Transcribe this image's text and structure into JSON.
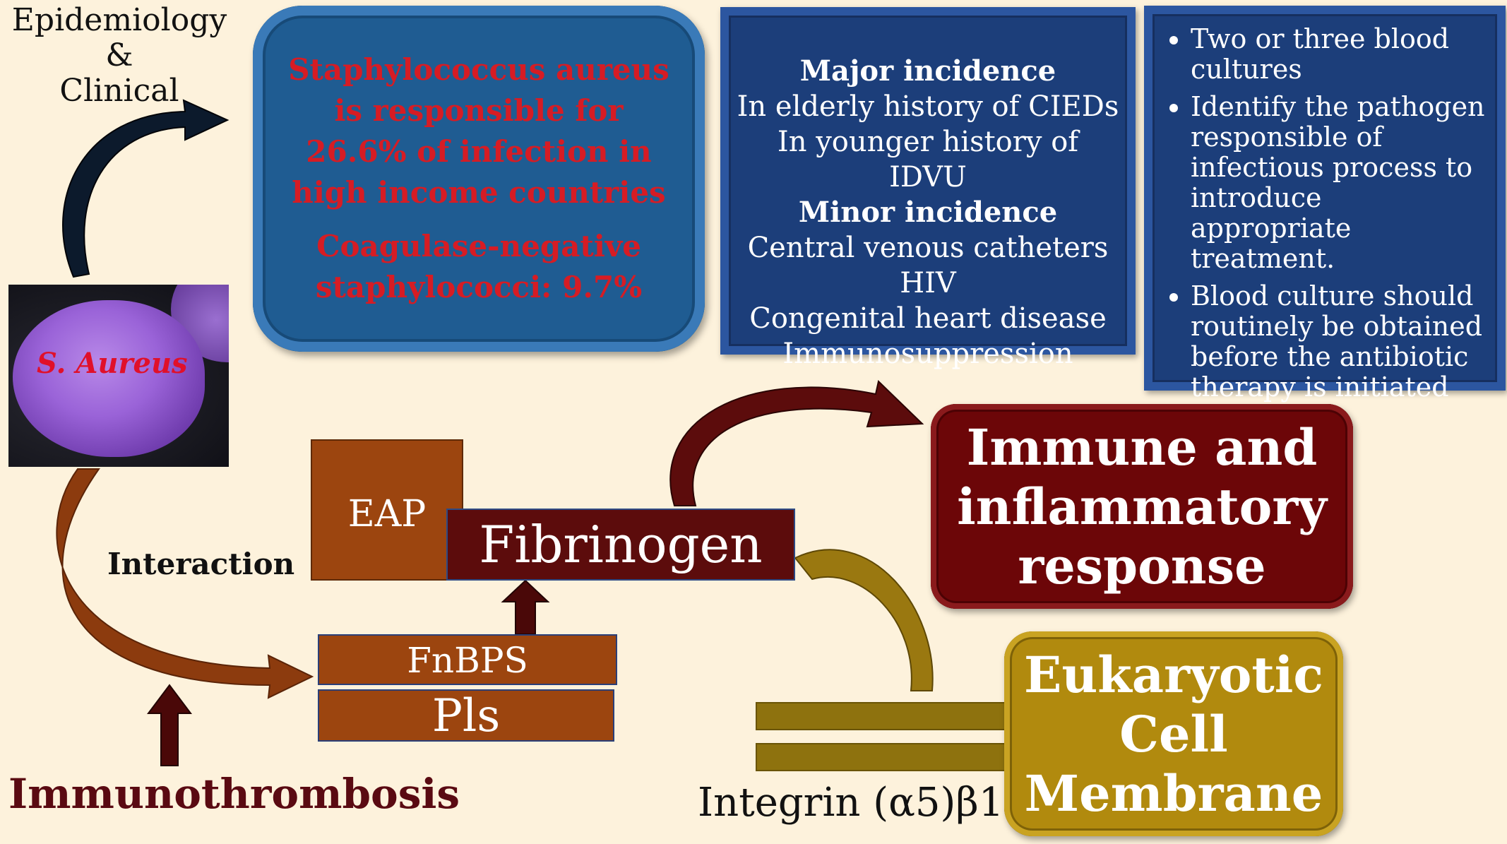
{
  "epidemiology_title": [
    "Epidemiology &",
    "Clinical"
  ],
  "staph_box": {
    "text1": "Staphylococcus aureus is responsible for 26.6% of infection in high income countries",
    "text2": "Coagulase-negative staphylococci: 9.7%"
  },
  "incidence_box": {
    "major_heading": "Major incidence",
    "major_items": [
      "In elderly history of CIEDs",
      "In younger history of IDVU"
    ],
    "minor_heading": "Minor incidence",
    "minor_items": [
      "Central venous catheters",
      "HIV",
      "Congenital heart disease",
      "Immunosuppression"
    ]
  },
  "cultures_box": {
    "bullets": [
      "Two or three blood cultures",
      "Identify the pathogen responsible of infectious process to introduce appropriate treatment.",
      "Blood culture should routinely be obtained before the antibiotic therapy is initiated"
    ]
  },
  "photo_label": "S. Aureus",
  "eap_label": "EAP",
  "fibrinogen_label": "Fibrinogen",
  "fnbps_label": "FnBPS",
  "pls_label": "Pls",
  "interaction_label": "Interaction",
  "immunothrombosis_label": "Immunothrombosis",
  "immune_box": [
    "Immune and",
    "inflammatory",
    "response"
  ],
  "eukaryotic_box": [
    "Eukaryotic",
    "Cell",
    "Membrane"
  ],
  "integrin_label": "Integrin (α5)β1",
  "colors": {
    "background": "#fdf2dc",
    "staph_text": "#d61c24",
    "blue_box": "#1f5c92",
    "navy_box": "#1c3e7a",
    "brown": "#9c450f",
    "maroon": "#5c0c0c",
    "immune_red": "#6c0608",
    "gold": "#b18a0e"
  }
}
